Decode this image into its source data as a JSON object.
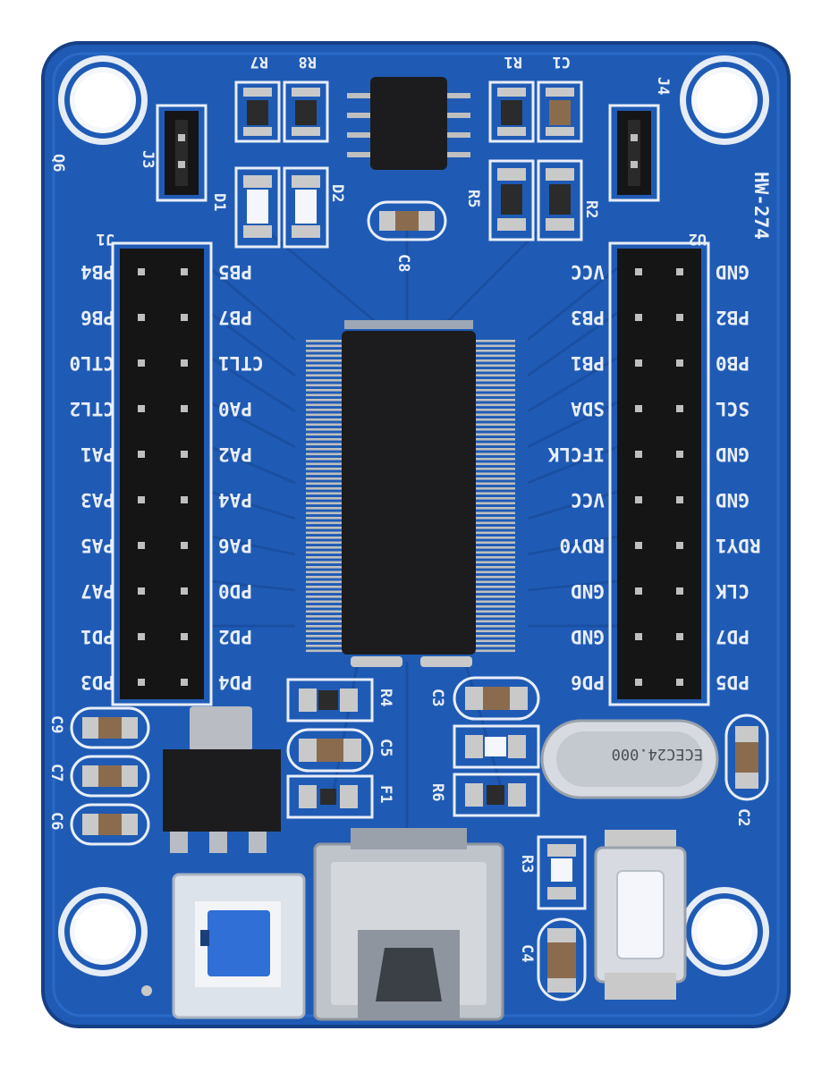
{
  "board": {
    "colors": {
      "pcb": "#1f5bb5",
      "pcb_dark": "#174a99",
      "silkscreen": "#e9eef7",
      "header": "#151515",
      "chip": "#1c1c1e",
      "pin": "#bfbfbf",
      "pad": "#c9c9c9",
      "jumper_blue": "#2f6fd6"
    },
    "labels": {
      "j1": "J1",
      "j2": "U2",
      "j3": "J3",
      "j4": "J4",
      "r7": "R7",
      "r8": "R8",
      "r1": "R1",
      "c1": "C1",
      "r5": "R5",
      "r2": "R2",
      "d1": "D1",
      "d2": "D2",
      "c8": "C8",
      "c9": "C9",
      "c7": "C7",
      "c6": "C6",
      "r4": "R4",
      "c3": "C3",
      "c5": "C5",
      "f1": "F1",
      "r6": "R6",
      "r3": "R3",
      "c4": "C4",
      "c2": "C2",
      "q6": "Q6",
      "model": "HW-274",
      "crystal": "ECEC24.000"
    },
    "j1_left_pins": [
      "PB4",
      "PB6",
      "CTL0",
      "CTL2",
      "PA1",
      "PA3",
      "PA5",
      "PA7",
      "PD1",
      "PD3"
    ],
    "j1_right_pins": [
      "PB5",
      "PB7",
      "CTL1",
      "PA0",
      "PA2",
      "PA4",
      "PA6",
      "PD0",
      "PD2",
      "PD4"
    ],
    "j2_left_pins": [
      "VCC",
      "PB3",
      "PB1",
      "SDA",
      "IFCLK",
      "VCC",
      "RDY0",
      "GND",
      "GND",
      "PD6"
    ],
    "j2_right_pins": [
      "GND",
      "PB2",
      "PB0",
      "SCL",
      "GND",
      "GND",
      "RDY1",
      "CLK",
      "PD7",
      "PD5"
    ]
  }
}
